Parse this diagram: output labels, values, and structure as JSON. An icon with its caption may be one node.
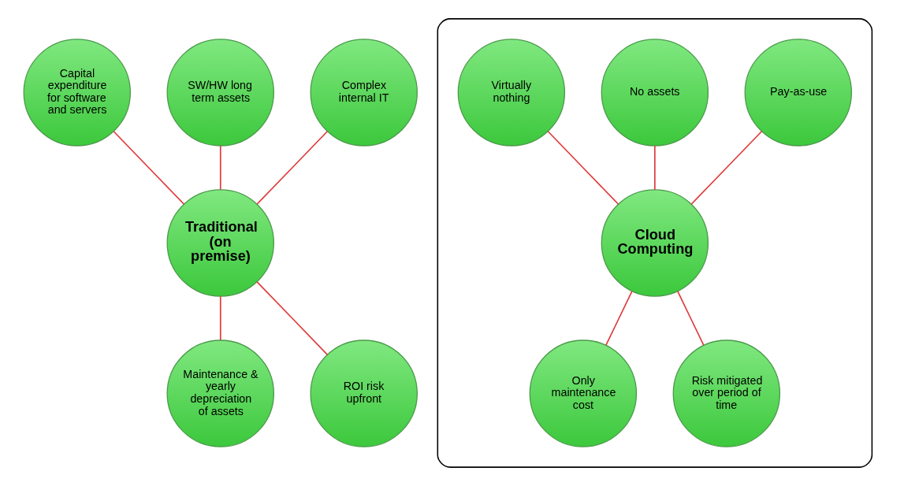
{
  "diagram": {
    "nodes": [
      {
        "text": [
          "Capital expenditure for software and servers"
        ]
      },
      {
        "text": [
          "SW/HW long term assets"
        ]
      },
      {
        "text": [
          "Complex internal IT"
        ]
      },
      {
        "text": [
          "Traditional (on premise)"
        ]
      },
      {
        "text": [
          "Maintenance & yearly depreciation of assets"
        ]
      },
      {
        "text": [
          "ROI risk upfront"
        ]
      },
      {
        "text": [],
        "shape": "cloud"
      },
      {
        "text": [
          "Pay-as-use"
        ],
        "in": 6
      },
      {
        "text": [
          "No assets"
        ],
        "in": 6
      },
      {
        "text": [
          "Virtually nothing"
        ],
        "in": 6
      },
      {
        "text": [
          "Cloud Computing"
        ],
        "in": 6
      },
      {
        "text": [
          "Only maintenance cost"
        ],
        "in": 6
      },
      {
        "text": [
          "Risk mitigated over period of time"
        ],
        "in": 6
      }
    ],
    "edges": [
      {
        "from": 0,
        "to": 3,
        "arrow": "none"
      },
      {
        "from": 1,
        "to": 3,
        "arrow": "none"
      },
      {
        "from": 2,
        "to": 3,
        "arrow": "none"
      },
      {
        "from": 3,
        "to": 4,
        "arrow": "none"
      },
      {
        "from": 3,
        "to": 5,
        "arrow": "none"
      },
      {
        "from": 7,
        "to": 10,
        "arrow": "none"
      },
      {
        "from": 8,
        "to": 10,
        "arrow": "none"
      },
      {
        "from": 9,
        "to": 10,
        "arrow": "none"
      },
      {
        "from": 10,
        "to": 11,
        "arrow": "none"
      },
      {
        "from": 10,
        "to": 12,
        "arrow": "none"
      }
    ]
  }
}
